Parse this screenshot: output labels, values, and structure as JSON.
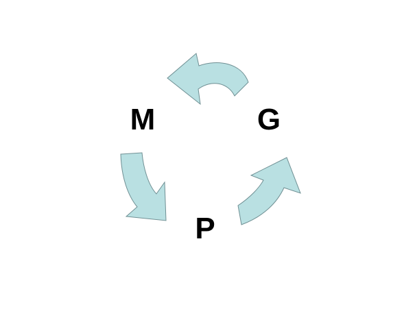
{
  "diagram": {
    "nodes": [
      {
        "id": "m",
        "label": "M"
      },
      {
        "id": "g",
        "label": "G"
      },
      {
        "id": "p",
        "label": "P"
      }
    ],
    "edges": [
      {
        "from": "g",
        "to": "m"
      },
      {
        "from": "m",
        "to": "p"
      },
      {
        "from": "p",
        "to": "g"
      }
    ]
  },
  "colors": {
    "arrow_fill": "#b9e0e2",
    "arrow_stroke": "#6f8f93",
    "label": "#000000",
    "background": "#ffffff"
  }
}
